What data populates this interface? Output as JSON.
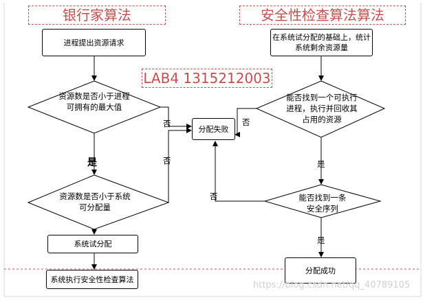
{
  "left_title": "银行家算法",
  "right_title": "安全性检查算法算法",
  "lab_label": "LAB4 1315212003",
  "left_flow": {
    "start": "进程提出资源请求",
    "decision1": "资源数是否小于进程可拥有的最大值",
    "decision2": "资源数是否小于系统可分配量",
    "trial_alloc": "系统试分配",
    "run_safety": "系统执行安全性检查算法"
  },
  "right_flow": {
    "start": "在系统试分配的基础上，统计系统剩余资源量",
    "decision1": "能否找到一个可执行进程，执行并回收其占用的资源",
    "decision2": "能否找到一条安全序列",
    "success": "分配成功"
  },
  "fail_box": "分配失败",
  "labels": {
    "yes_big": "是",
    "no_d1": "否",
    "no_d2": "否",
    "no_right_d1": "否",
    "no_right_d2": "否",
    "yes_right1": "是",
    "yes_right2": "是"
  },
  "watermark": "https://blog.csdn.net/qq_40789105"
}
